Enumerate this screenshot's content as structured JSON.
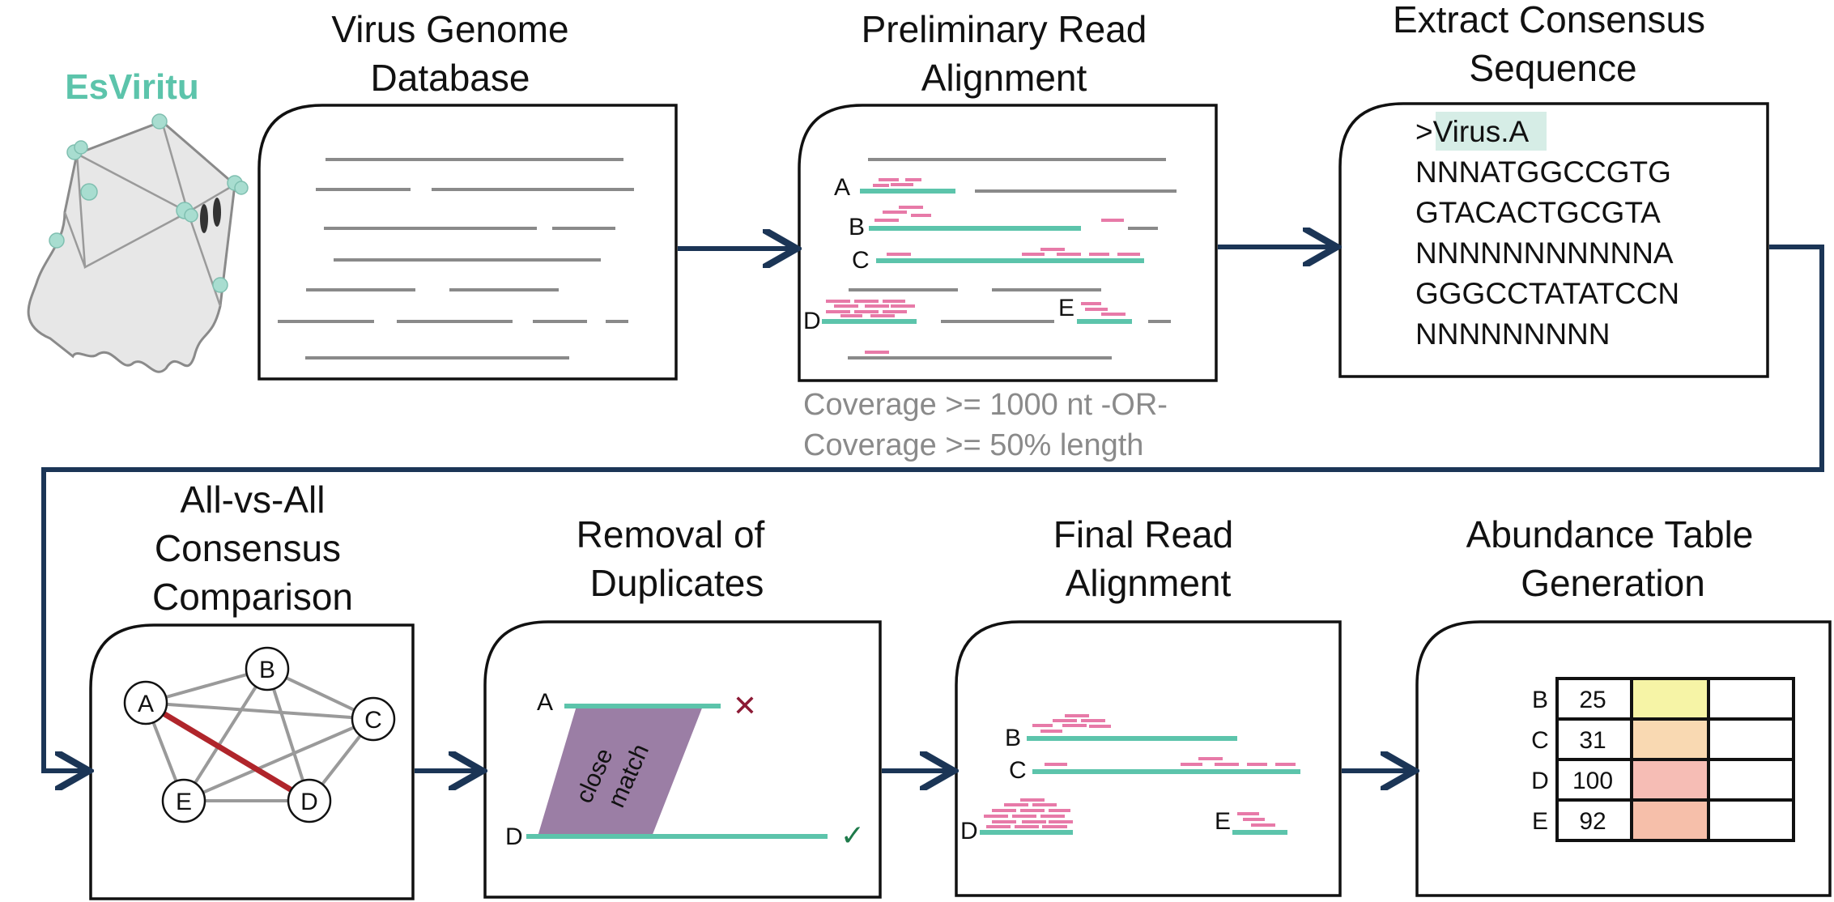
{
  "colors": {
    "teal": "#5cc4ab",
    "pink": "#e77aa8",
    "navy": "#1b3556",
    "gray": "#8a8a8a",
    "red_edge": "#b0252b",
    "close_match_fill": "#9b7ea5",
    "cross": "#8c1a35",
    "check": "#1e7a4a",
    "highlight": "#d6ede6",
    "heat_b": "#f6f4a6",
    "heat_c": "#f9d9b2",
    "heat_d": "#f6bdb5",
    "heat_e": "#f6bfaa"
  },
  "logo": {
    "text": "EsViritu",
    "icon": "ghost-virus-icon"
  },
  "steps": {
    "database": {
      "title_line1": "Virus Genome",
      "title_line2": "Database"
    },
    "prelim": {
      "title_line1": "Preliminary Read",
      "title_line2": "Alignment",
      "labels": [
        "A",
        "B",
        "C",
        "D",
        "E"
      ],
      "coverage_line1": "Coverage >= 1000 nt -OR-",
      "coverage_line2": "Coverage >= 50% length"
    },
    "consensus": {
      "title_line1": "Extract Consensus",
      "title_line2": "Sequence",
      "header": ">Virus.A",
      "lines": [
        "NNNATGGCCGTG",
        "GTACACTGCGTA",
        "NNNNNNNNNNNA",
        "GGGCCTATATCCN",
        "NNNNNNNNN"
      ]
    },
    "allvsall": {
      "title_line1": "All-vs-All",
      "title_line2": "Consensus",
      "title_line3": "Comparison",
      "nodes": [
        "A",
        "B",
        "C",
        "D",
        "E"
      ]
    },
    "dedup": {
      "title_line1": "Removal of",
      "title_line2": "Duplicates",
      "label_top": "A",
      "label_bottom": "D",
      "match_line1": "close",
      "match_line2": "match",
      "cross_symbol": "✕",
      "check_symbol": "✓"
    },
    "final": {
      "title_line1": "Final Read",
      "title_line2": "Alignment",
      "labels": [
        "B",
        "C",
        "D",
        "E"
      ]
    },
    "abundance": {
      "title_line1": "Abundance Table",
      "title_line2": "Generation",
      "rows": [
        {
          "label": "B",
          "value": "25"
        },
        {
          "label": "C",
          "value": "31"
        },
        {
          "label": "D",
          "value": "100"
        },
        {
          "label": "E",
          "value": "92"
        }
      ]
    }
  }
}
